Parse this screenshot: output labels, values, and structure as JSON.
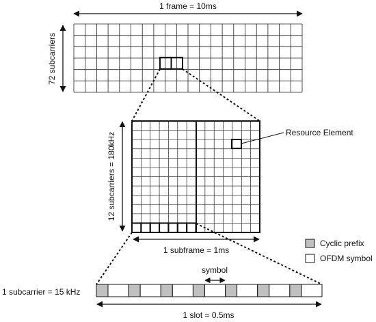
{
  "labels": {
    "frame": "1 frame = 10ms",
    "subcarriers72": "72 subcarriers",
    "subcarriers12": "12 subcarriers = 180kHz",
    "resource_element": "Resource Element",
    "subframe": "1 subframe = 1ms",
    "symbol": "symbol",
    "subcarrier": "1 subcarrier = 15 kHz",
    "slot": "1 slot = 0.5ms"
  },
  "legend": {
    "cyclic_prefix": "Cyclic prefix",
    "ofdm_symbol": "OFDM symbol"
  },
  "colors": {
    "line": "#111111",
    "grid": "#222222",
    "cyclic_prefix_fill": "#c0c0c0",
    "ofdm_fill": "#ffffff"
  }
}
